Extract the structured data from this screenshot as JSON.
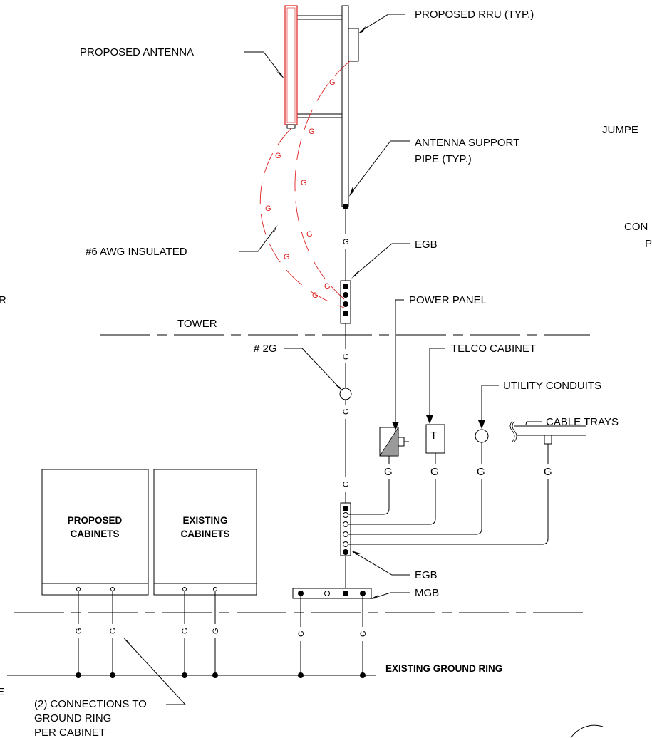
{
  "labels": {
    "proposed_rru": "PROPOSED RRU (TYP.)",
    "proposed_antenna": "PROPOSED  ANTENNA",
    "antenna_support_1": "ANTENNA SUPPORT",
    "antenna_support_2": "PIPE (TYP.)",
    "awg_insulated": "#6 AWG INSULATED",
    "egb_top": "EGB",
    "power_panel": "POWER PANEL",
    "tower": "TOWER",
    "two_g": "# 2G",
    "telco_cabinet": "TELCO CABINET",
    "telco_symbol": "T",
    "utility_conduits": "UTILITY CONDUITS",
    "cable_trays": "CABLE TRAYS",
    "proposed_cabinets_1": "PROPOSED",
    "proposed_cabinets_2": "CABINETS",
    "existing_cabinets_1": "EXISTING",
    "existing_cabinets_2": "CABINETS",
    "egb_bottom": "EGB",
    "mgb": "MGB",
    "existing_ground_ring": "EXISTING GROUND RING",
    "connections_1": "(2) CONNECTIONS TO",
    "connections_2": "GROUND RING",
    "connections_3": "PER CABINET",
    "cut_jumper": "JUMPE",
    "cut_con": "CON",
    "cut_p": "P",
    "cut_r": "R",
    "cut_e": "E"
  },
  "ground_mark": "G",
  "colors": {
    "line": "#000000",
    "antenna": "#e02020"
  }
}
